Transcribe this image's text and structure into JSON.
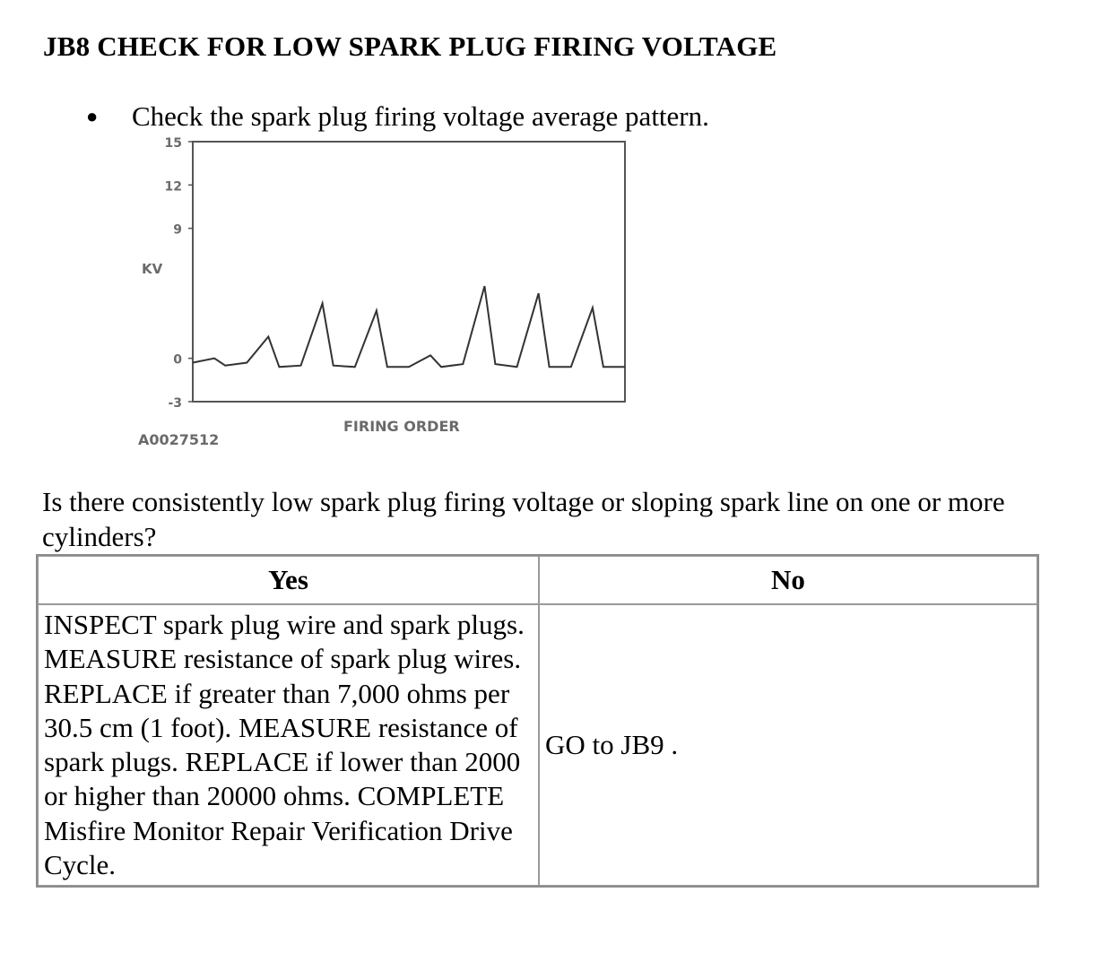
{
  "heading": "JB8 CHECK FOR LOW SPARK PLUG FIRING VOLTAGE",
  "bullet": {
    "text": "Check the spark plug firing voltage average pattern."
  },
  "figure": {
    "figure_id": "A0027512",
    "chart_data": {
      "type": "line",
      "ylabel": "KV",
      "xlabel": "FIRING ORDER",
      "ylim": [
        -3,
        15
      ],
      "yticks": [
        "15",
        "12",
        "9",
        "0",
        "-3"
      ],
      "grid": false,
      "description_series": [
        {
          "x": [
            0,
            0.4,
            0.6,
            1,
            1.4,
            1.6,
            2,
            2.4,
            2.6,
            3,
            3.4,
            3.6,
            4,
            4.4,
            4.6,
            5,
            5.4,
            5.6,
            6,
            6.4,
            6.6,
            7,
            7.4,
            7.6,
            8
          ],
          "y": [
            -0.3,
            0,
            -0.5,
            -0.3,
            1.5,
            -0.6,
            -0.5,
            3.8,
            -0.5,
            -0.6,
            3.3,
            -0.6,
            -0.6,
            0.2,
            -0.6,
            -0.4,
            5.0,
            -0.4,
            -0.6,
            4.5,
            -0.6,
            -0.6,
            3.5,
            -0.6,
            -0.6
          ]
        }
      ]
    }
  },
  "question": "Is there consistently low spark plug firing voltage or sloping spark line on one or more cylinders?",
  "table": {
    "headers": [
      "Yes",
      "No"
    ],
    "yes_text": "INSPECT spark plug wire and spark plugs. MEASURE resistance of spark plug wires. REPLACE if greater than 7,000 ohms per 30.5 cm (1 foot). MEASURE resistance of spark plugs. REPLACE if lower than 2000 or higher than 20000 ohms. COMPLETE Misfire Monitor Repair Verification Drive Cycle.",
    "no_text": "GO to JB9 ."
  }
}
